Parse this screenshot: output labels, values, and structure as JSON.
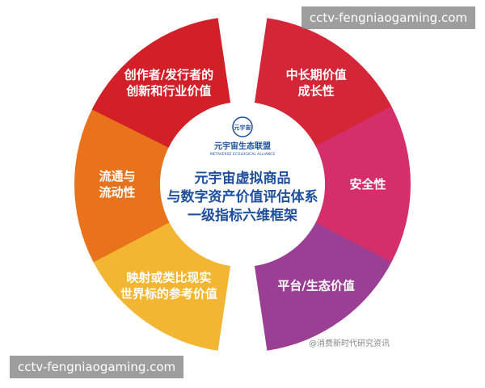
{
  "segments": [
    {
      "lines": [
        "平台/生态价值"
      ],
      "color": "#9b3f95",
      "mid_angle": -54
    },
    {
      "lines": [
        "映射或类比现实",
        "世界标的参考价值"
      ],
      "color": "#f2b632",
      "mid_angle": -126
    },
    {
      "lines": [
        "流通与",
        "流动性"
      ],
      "color": "#e8731c",
      "mid_angle": 180
    },
    {
      "lines": [
        "创作者/发行者的",
        "创新和行业价值"
      ],
      "color": "#d21f28",
      "mid_angle": 126
    },
    {
      "lines": [
        "中长期价值",
        "成长性"
      ],
      "color": "#d42636",
      "mid_angle": 54
    },
    {
      "lines": [
        "安全性"
      ],
      "color": "#d42f6b",
      "mid_angle": 0
    }
  ],
  "center": {
    "title_lines": [
      "元宇宙虚拟商品",
      "与数字资产价值评估体系",
      "一级指标六维框架"
    ],
    "logo_badge": "元宇宙",
    "logo_name": "元宇宙生态联盟",
    "logo_subtitle": "METAVERSE ECOLOGICAL ALLIANCE"
  },
  "credit": "@消费新时代研究资讯",
  "watermarks": [
    "cctv-fengniaogaming.com",
    "cctv-fengniaogaming.com"
  ]
}
